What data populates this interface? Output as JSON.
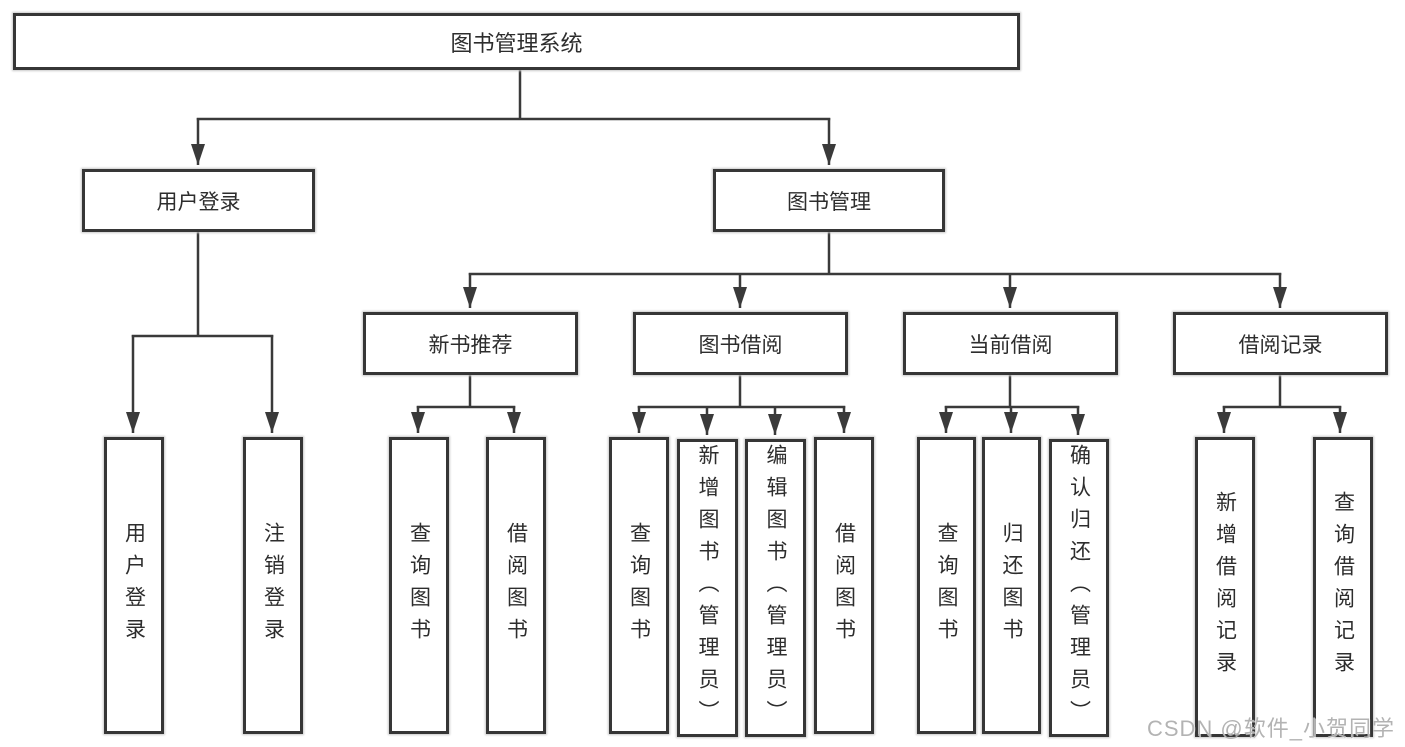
{
  "nodes": {
    "root": "图书管理系统",
    "user_login": "用户登录",
    "book_management": "图书管理",
    "new_book_recommend": "新书推荐",
    "book_borrow": "图书借阅",
    "current_borrow": "当前借阅",
    "borrow_records": "借阅记录",
    "leaf_user_login": "用户登录",
    "leaf_logout": "注销登录",
    "nb_query_books": "查询图书",
    "nb_borrow_books": "借阅图书",
    "bb_query_books": "查询图书",
    "bb_add_books": "新增图书（管理员）",
    "bb_edit_books": "编辑图书（管理员）",
    "bb_borrow_books": "借阅图书",
    "cb_query_books": "查询图书",
    "cb_return_books": "归还图书",
    "cb_confirm_return": "确认归还（管理员）",
    "br_add_record": "新增借阅记录",
    "br_query_record": "查询借阅记录"
  },
  "hierarchy": {
    "图书管理系统": {
      "用户登录": [
        "用户登录",
        "注销登录"
      ],
      "图书管理": {
        "新书推荐": [
          "查询图书",
          "借阅图书"
        ],
        "图书借阅": [
          "查询图书",
          "新增图书（管理员）",
          "编辑图书（管理员）",
          "借阅图书"
        ],
        "当前借阅": [
          "查询图书",
          "归还图书",
          "确认归还（管理员）"
        ],
        "借阅记录": [
          "新增借阅记录",
          "查询借阅记录"
        ]
      }
    }
  },
  "watermark": "CSDN @软件_小贺同学",
  "colors": {
    "line": "#3a3a3a",
    "border": "#363636",
    "text": "#2d2d2d",
    "watermark": "#b3b3b3",
    "background": "#ffffff"
  }
}
